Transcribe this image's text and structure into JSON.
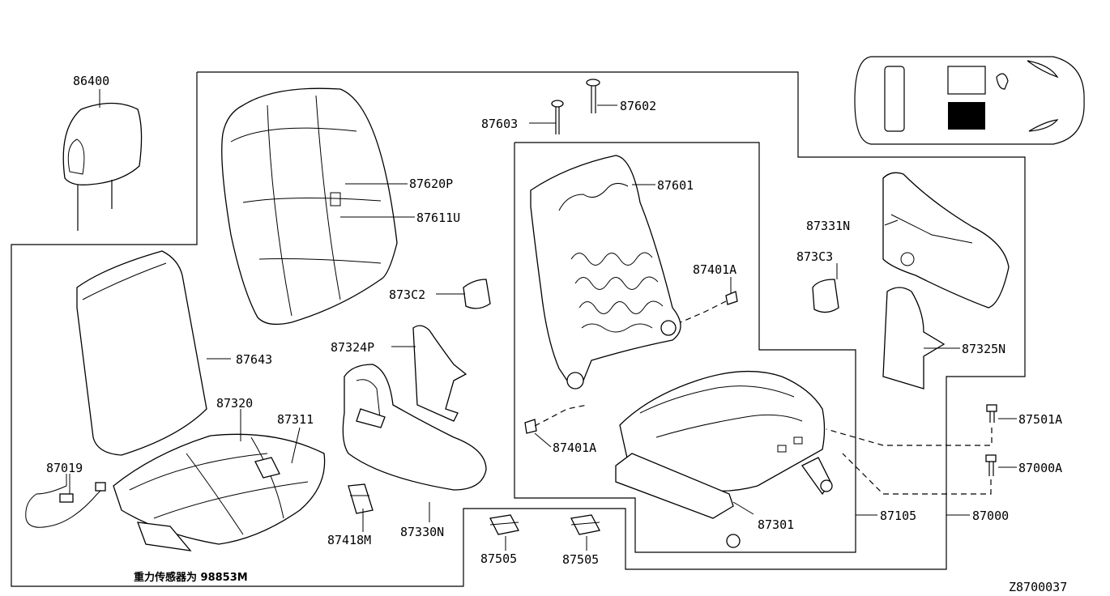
{
  "diagram_code": "Z8700037",
  "note": "重力传感器为 98853M",
  "parts": [
    {
      "id": "86400"
    },
    {
      "id": "87620P"
    },
    {
      "id": "87611U"
    },
    {
      "id": "87603"
    },
    {
      "id": "87602"
    },
    {
      "id": "87601"
    },
    {
      "id": "873C2"
    },
    {
      "id": "87401A"
    },
    {
      "id": "873C3"
    },
    {
      "id": "87331N"
    },
    {
      "id": "87643"
    },
    {
      "id": "87324P"
    },
    {
      "id": "87325N"
    },
    {
      "id": "87320"
    },
    {
      "id": "87311"
    },
    {
      "id": "87019"
    },
    {
      "id": "87418M"
    },
    {
      "id": "87330N"
    },
    {
      "id": "87401A"
    },
    {
      "id": "87501A"
    },
    {
      "id": "87000A"
    },
    {
      "id": "87301"
    },
    {
      "id": "87105"
    },
    {
      "id": "87000"
    },
    {
      "id": "87505"
    },
    {
      "id": "87505"
    }
  ]
}
